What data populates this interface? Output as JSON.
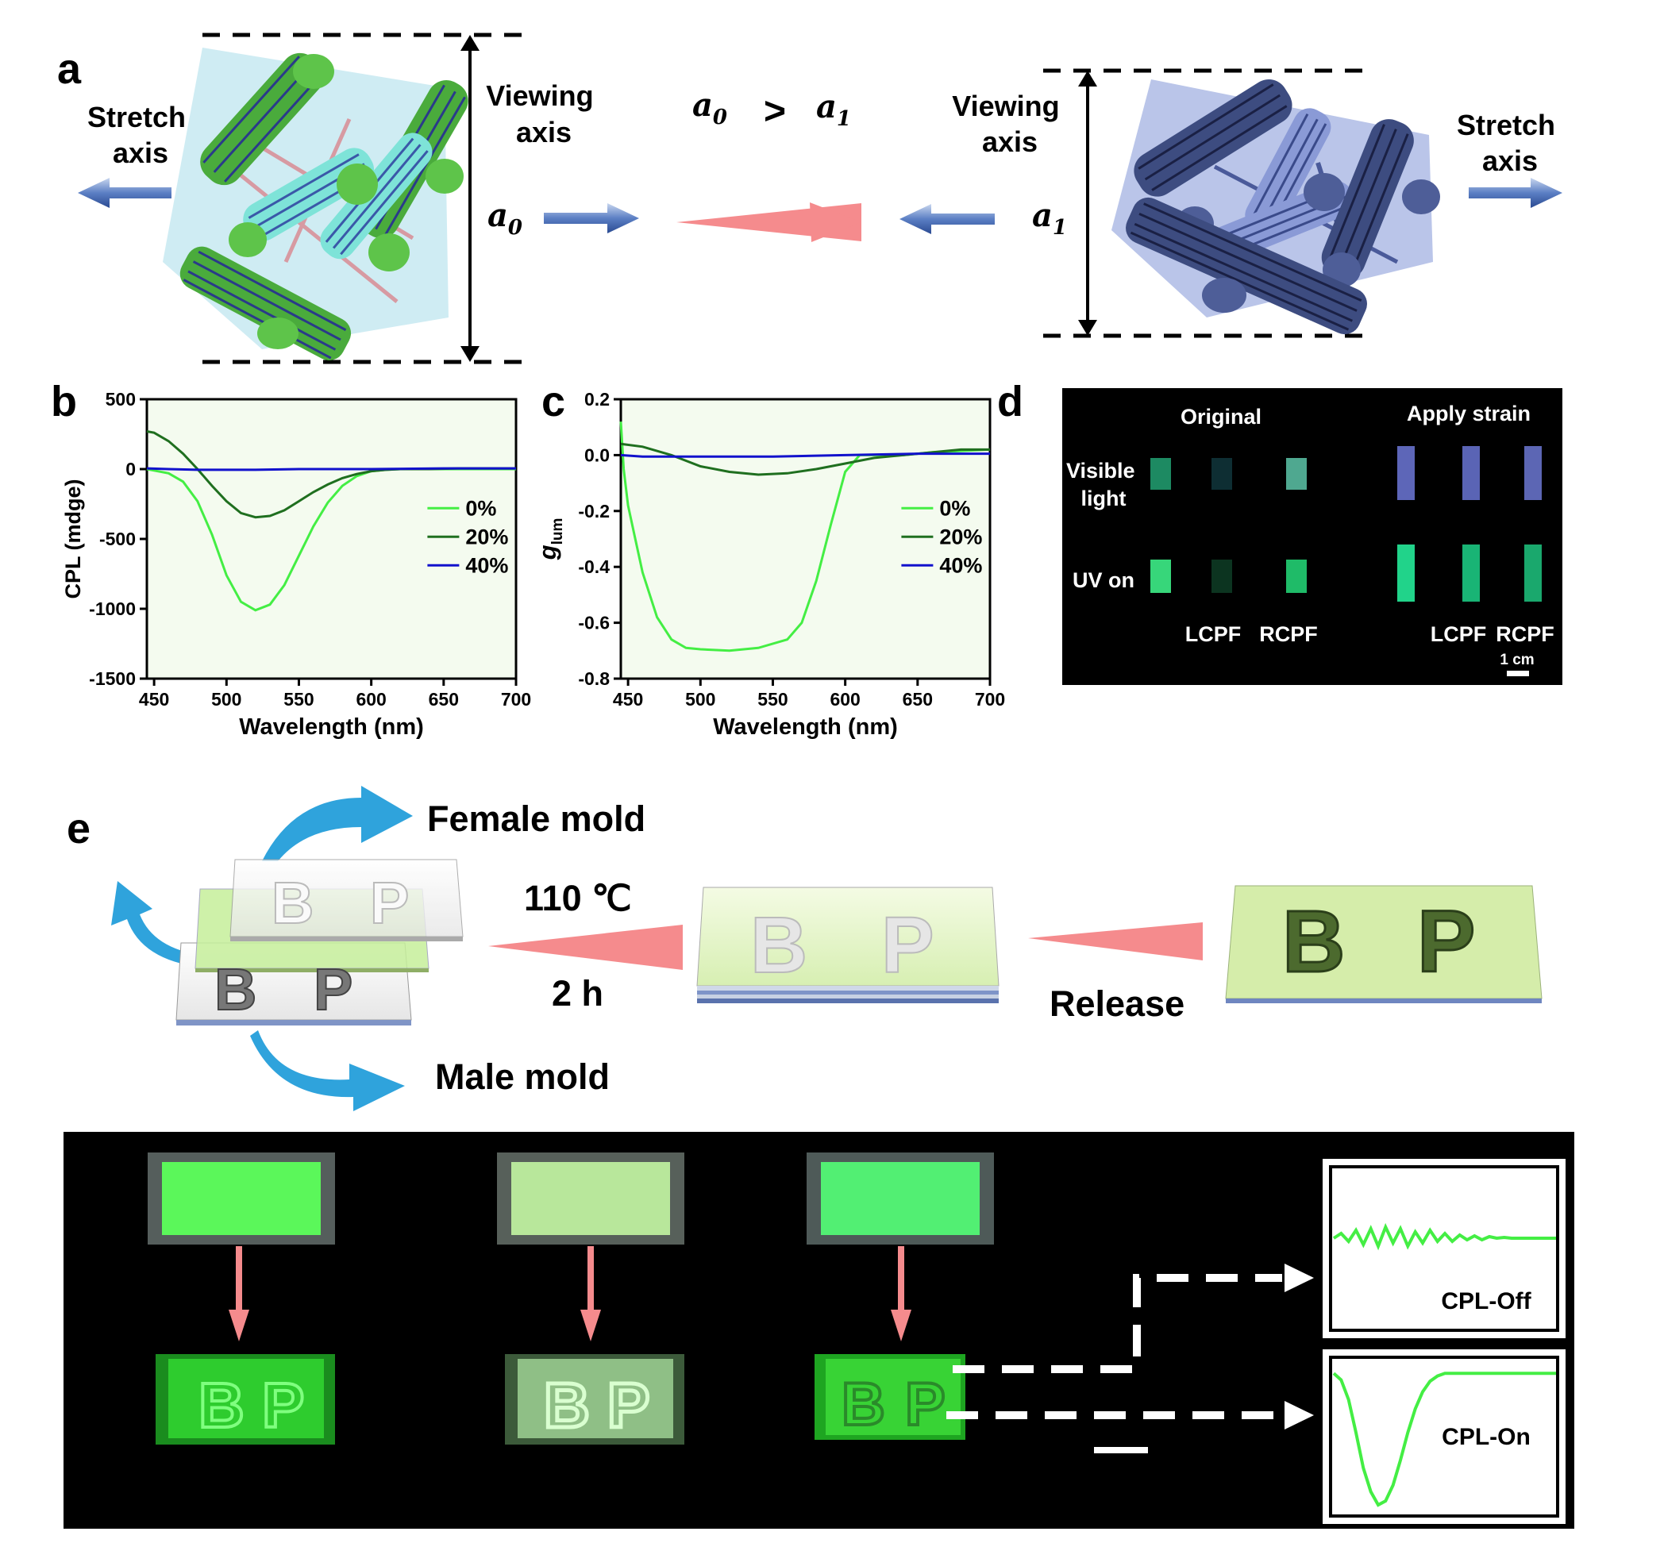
{
  "panel_labels": {
    "a": "a",
    "b": "b",
    "c": "c",
    "d": "d",
    "e": "e"
  },
  "panel_a": {
    "stretch_axis_left": [
      "Stretch",
      "axis"
    ],
    "viewing_axis_left": [
      "Viewing",
      "axis"
    ],
    "a0": "a0",
    "a0_base": "a",
    "a0_sub": "0",
    "relation": {
      "left_base": "a",
      "left_sub": "0",
      "op": ">",
      "right_base": "a",
      "right_sub": "1"
    },
    "viewing_axis_right": [
      "Viewing",
      "axis"
    ],
    "a1_base": "a",
    "a1_sub": "1",
    "stretch_axis_right": [
      "Stretch",
      "axis"
    ]
  },
  "chart_data": [
    {
      "type": "line",
      "panel": "b",
      "xlabel": "Wavelength (nm)",
      "ylabel": "CPL (mdge)",
      "xlim": [
        445,
        700
      ],
      "ylim": [
        -1500,
        500
      ],
      "xticks": [
        450,
        500,
        550,
        600,
        650,
        700
      ],
      "yticks": [
        500,
        0,
        -500,
        -1000,
        -1500
      ],
      "legend_position": "right",
      "series": [
        {
          "name": "0%",
          "color": "#44ee44",
          "x": [
            445,
            450,
            460,
            470,
            480,
            490,
            500,
            510,
            520,
            530,
            540,
            550,
            560,
            570,
            580,
            590,
            600,
            610,
            620,
            640,
            660,
            700
          ],
          "y": [
            0,
            -10,
            -30,
            -90,
            -230,
            -470,
            -760,
            -950,
            -1010,
            -970,
            -830,
            -620,
            -410,
            -240,
            -120,
            -50,
            -15,
            -5,
            0,
            0,
            0,
            0
          ]
        },
        {
          "name": "20%",
          "color": "#1f6f1f",
          "x": [
            445,
            450,
            460,
            470,
            480,
            490,
            500,
            510,
            520,
            530,
            540,
            550,
            560,
            570,
            580,
            590,
            600,
            610,
            620,
            640,
            660,
            700
          ],
          "y": [
            270,
            260,
            200,
            110,
            0,
            -120,
            -230,
            -315,
            -345,
            -335,
            -295,
            -230,
            -165,
            -110,
            -65,
            -35,
            -15,
            -5,
            0,
            0,
            5,
            5
          ]
        },
        {
          "name": "40%",
          "color": "#1111cc",
          "x": [
            445,
            460,
            480,
            500,
            520,
            550,
            600,
            650,
            700
          ],
          "y": [
            5,
            0,
            -5,
            -5,
            -5,
            0,
            0,
            5,
            5
          ]
        }
      ]
    },
    {
      "type": "line",
      "panel": "c",
      "xlabel": "Wavelength (nm)",
      "ylabel": "glum",
      "ylabel_base": "g",
      "ylabel_sub": "lum",
      "xlim": [
        445,
        700
      ],
      "ylim": [
        -0.8,
        0.2
      ],
      "xticks": [
        450,
        500,
        550,
        600,
        650,
        700
      ],
      "yticks": [
        "0.2",
        "0.0",
        "-0.2",
        "-0.4",
        "-0.6",
        "-0.8"
      ],
      "legend_position": "right",
      "series": [
        {
          "name": "0%",
          "color": "#44ee44",
          "x": [
            445,
            447,
            450,
            455,
            460,
            470,
            480,
            490,
            500,
            520,
            540,
            560,
            570,
            580,
            590,
            600,
            610,
            620,
            640,
            660,
            680,
            700
          ],
          "y": [
            0.12,
            -0.05,
            -0.18,
            -0.3,
            -0.42,
            -0.58,
            -0.66,
            -0.69,
            -0.695,
            -0.7,
            -0.69,
            -0.66,
            -0.6,
            -0.45,
            -0.25,
            -0.06,
            0.0,
            0.0,
            0.0,
            0.01,
            0.015,
            0.02
          ]
        },
        {
          "name": "20%",
          "color": "#1f6f1f",
          "x": [
            445,
            460,
            480,
            500,
            520,
            540,
            560,
            580,
            600,
            620,
            640,
            660,
            680,
            700
          ],
          "y": [
            0.04,
            0.03,
            0.0,
            -0.04,
            -0.06,
            -0.07,
            -0.065,
            -0.05,
            -0.03,
            -0.01,
            0.0,
            0.01,
            0.02,
            0.02
          ]
        },
        {
          "name": "40%",
          "color": "#1111cc",
          "x": [
            445,
            460,
            480,
            500,
            550,
            600,
            650,
            700
          ],
          "y": [
            0.0,
            -0.005,
            -0.005,
            -0.005,
            -0.005,
            0.0,
            0.005,
            0.005
          ]
        }
      ]
    },
    {
      "type": "line",
      "panel": "e-inset-off",
      "label": "CPL-Off",
      "series": [
        {
          "name": "",
          "color": "#44ee44",
          "x": [
            0,
            1,
            2,
            3,
            4,
            5,
            6,
            7,
            8,
            9,
            10,
            11,
            12,
            13,
            14,
            15,
            16,
            17,
            18,
            19,
            20,
            21,
            22,
            23,
            24,
            25,
            26,
            27,
            28,
            29,
            30
          ],
          "y": [
            0,
            0.3,
            -0.2,
            0.5,
            -0.4,
            0.6,
            -0.5,
            0.7,
            -0.3,
            0.6,
            -0.5,
            0.4,
            -0.3,
            0.5,
            -0.2,
            0.3,
            -0.2,
            0.2,
            -0.1,
            0.15,
            -0.1,
            0.1,
            0,
            0.05,
            0,
            0,
            0,
            0,
            0,
            0,
            0
          ]
        }
      ]
    },
    {
      "type": "line",
      "panel": "e-inset-on",
      "label": "CPL-On",
      "series": [
        {
          "name": "",
          "color": "#44ee44",
          "x": [
            0,
            1,
            2,
            3,
            4,
            5,
            6,
            7,
            8,
            9,
            10,
            11,
            12,
            13,
            14,
            15,
            16,
            17,
            18,
            19,
            20,
            22,
            25,
            30
          ],
          "y": [
            0,
            -0.05,
            -0.2,
            -0.45,
            -0.72,
            -0.9,
            -1.0,
            -0.97,
            -0.85,
            -0.66,
            -0.45,
            -0.27,
            -0.14,
            -0.06,
            -0.02,
            0,
            0,
            0,
            0,
            0,
            0,
            0,
            0,
            0
          ]
        }
      ]
    }
  ],
  "panel_d": {
    "col_header_left": "Original",
    "col_header_right": "Apply strain",
    "row_visible": [
      "Visible",
      "light"
    ],
    "row_uv": "UV on",
    "label_lcpf_left": "LCPF",
    "label_rcpf_left": "RCPF",
    "label_lcpf_right": "LCPF",
    "label_rcpf_right": "RCPF",
    "scale": "1 cm",
    "colors": {
      "vis_orig": [
        "#1d8a62",
        "#0e2e33",
        "#4fa890"
      ],
      "vis_strain": [
        "#5d66b8",
        "#5a64b5",
        "#5c66b4"
      ],
      "uv_orig": [
        "#37d67a",
        "#0c3420",
        "#1fbb68"
      ],
      "uv_strain": [
        "#21d38a",
        "#19b475",
        "#1aa86d"
      ]
    }
  },
  "panel_e": {
    "female_mold": "Female mold",
    "temperature": "110 ℃",
    "time": "2 h",
    "release": "Release",
    "male_mold": "Male mold",
    "letters": [
      "B",
      "P"
    ],
    "cpl_off": "CPL-Off",
    "cpl_on": "CPL-On"
  }
}
